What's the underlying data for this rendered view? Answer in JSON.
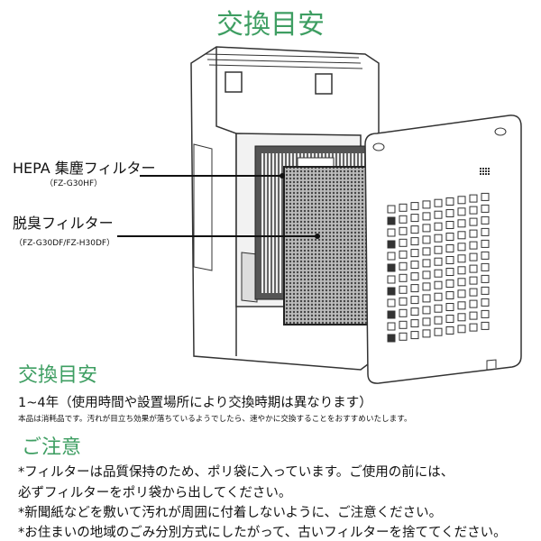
{
  "title": "交換目安",
  "labels": {
    "hepa": "HEPA 集塵フィルター",
    "hepa_model": "（FZ-G30HF）",
    "deodorizing": "脱臭フィルター",
    "deodorizing_model": "（FZ-G30DF/FZ-H30DF）"
  },
  "replacement": {
    "heading": "交換目安",
    "period": "1~4年（使用時間や設置場所により交換時期は異なります）",
    "note": "本品は消耗品です。汚れが目立ち効果が落ちているようでしたら、速やかに交換することをおすすめいたします。"
  },
  "caution": {
    "heading": "ご注意",
    "lines": [
      "*フィルターは品質保持のため、ポリ袋に入っています。ご使用の前には、",
      "必ずフィルターをポリ袋から出してください。",
      "*新聞紙などを敷いて汚れが周囲に付着しないように、ご注意ください。",
      "*お住まいの地域のごみ分別方式にしたがって、古いフィルターを捨ててください。"
    ]
  },
  "colors": {
    "accent": "#3e9e62"
  }
}
